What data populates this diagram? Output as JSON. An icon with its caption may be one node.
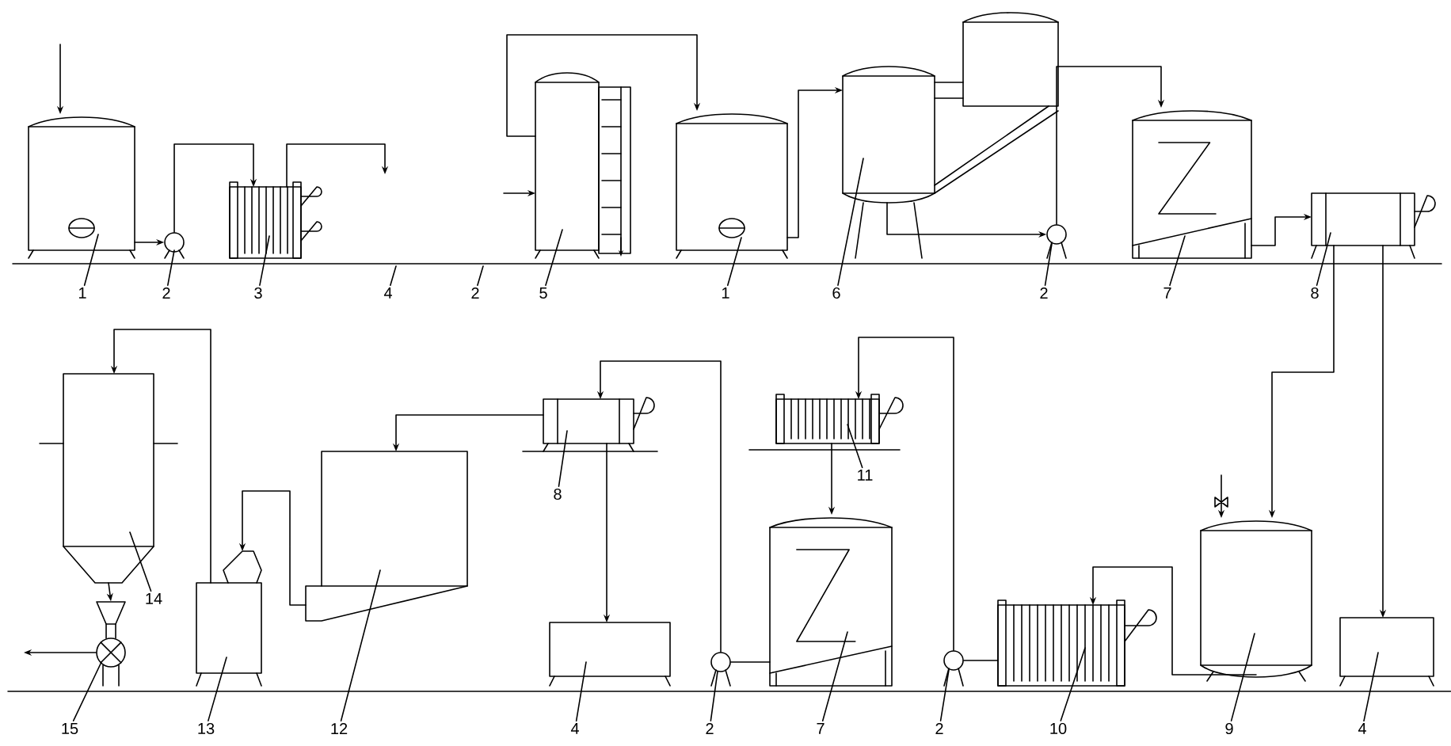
{
  "diagram": {
    "nodes": [
      {
        "text": [],
        "shape": "cylinder"
      },
      {
        "text": [
          "1"
        ]
      },
      {
        "text": [],
        "shape": "circle"
      },
      {
        "text": [
          "2"
        ]
      },
      {
        "text": [],
        "shape": "box"
      },
      {
        "text": [
          "3"
        ]
      },
      {
        "text": [
          "4"
        ]
      },
      {
        "text": [
          "2"
        ]
      },
      {
        "text": [],
        "shape": "cylinder"
      },
      {
        "text": [
          "5"
        ]
      },
      {
        "text": [],
        "shape": "cylinder"
      },
      {
        "text": [
          "1"
        ]
      },
      {
        "text": [],
        "shape": "cylinder"
      },
      {
        "text": [
          "6"
        ]
      },
      {
        "text": [],
        "shape": "circle"
      },
      {
        "text": [
          "2"
        ]
      },
      {
        "text": [],
        "shape": "cylinder"
      },
      {
        "text": [
          "7"
        ]
      },
      {
        "text": [],
        "shape": "box"
      },
      {
        "text": [
          "8"
        ]
      },
      {
        "text": [],
        "shape": "box"
      },
      {
        "text": [
          "14"
        ]
      },
      {
        "text": [],
        "shape": "circle"
      },
      {
        "text": [
          "15"
        ]
      },
      {
        "text": [],
        "shape": "box"
      },
      {
        "text": [
          "13"
        ]
      },
      {
        "text": [],
        "shape": "box"
      },
      {
        "text": [
          "12"
        ]
      },
      {
        "text": [],
        "shape": "box"
      },
      {
        "text": [
          "8"
        ]
      },
      {
        "text": [],
        "shape": "box"
      },
      {
        "text": [
          "4"
        ]
      },
      {
        "text": [],
        "shape": "circle"
      },
      {
        "text": [
          "2"
        ]
      },
      {
        "text": [],
        "shape": "box"
      },
      {
        "text": [
          "11"
        ]
      },
      {
        "text": [],
        "shape": "cylinder"
      },
      {
        "text": [
          "7"
        ]
      },
      {
        "text": [],
        "shape": "circle"
      },
      {
        "text": [
          "2"
        ]
      },
      {
        "text": [],
        "shape": "box"
      },
      {
        "text": [
          "10"
        ]
      },
      {
        "text": [],
        "shape": "cylinder"
      },
      {
        "text": [
          "9"
        ]
      },
      {
        "text": [],
        "shape": "box"
      },
      {
        "text": [
          "4"
        ]
      }
    ],
    "edges": [
      {
        "from": 1,
        "to": 0,
        "arrow": "none"
      },
      {
        "from": 3,
        "to": 2,
        "arrow": "none"
      },
      {
        "from": 5,
        "to": 4,
        "arrow": "none"
      },
      {
        "from": 6,
        "to": null,
        "arrow": "none"
      },
      {
        "from": 7,
        "to": null,
        "arrow": "none"
      },
      {
        "from": 9,
        "to": 8,
        "arrow": "none"
      },
      {
        "from": 11,
        "to": 10,
        "arrow": "none"
      },
      {
        "from": 13,
        "to": 12,
        "arrow": "none"
      },
      {
        "from": 15,
        "to": 14,
        "arrow": "none"
      },
      {
        "from": 17,
        "to": 16,
        "arrow": "none"
      },
      {
        "from": 19,
        "to": 18,
        "arrow": "none"
      },
      {
        "from": 21,
        "to": 20,
        "arrow": "none"
      },
      {
        "from": 23,
        "to": 22,
        "arrow": "none"
      },
      {
        "from": 25,
        "to": 24,
        "arrow": "none"
      },
      {
        "from": 27,
        "to": 26,
        "arrow": "none"
      },
      {
        "from": 29,
        "to": 28,
        "arrow": "none"
      },
      {
        "from": 31,
        "to": 30,
        "arrow": "none"
      },
      {
        "from": 33,
        "to": 32,
        "arrow": "none"
      },
      {
        "from": 35,
        "to": 34,
        "arrow": "none"
      },
      {
        "from": 37,
        "to": 36,
        "arrow": "none"
      },
      {
        "from": 39,
        "to": 38,
        "arrow": "none"
      },
      {
        "from": 41,
        "to": 40,
        "arrow": "none"
      },
      {
        "from": 43,
        "to": 42,
        "arrow": "none"
      },
      {
        "from": 45,
        "to": 44,
        "arrow": "none"
      },
      {
        "from": null,
        "to": 0,
        "arrow": "to"
      },
      {
        "from": 0,
        "to": 2,
        "arrow": "to"
      },
      {
        "from": 2,
        "to": 4,
        "arrow": "to"
      },
      {
        "from": 4,
        "to": null,
        "arrow": "to"
      },
      {
        "from": null,
        "to": 8,
        "arrow": "to"
      },
      {
        "from": 8,
        "to": 10,
        "arrow": "to"
      },
      {
        "from": 10,
        "to": 12,
        "arrow": "to"
      },
      {
        "from": 12,
        "to": 14,
        "arrow": "to"
      },
      {
        "from": 14,
        "to": 16,
        "arrow": "to"
      },
      {
        "from": 16,
        "to": 18,
        "arrow": "to"
      },
      {
        "from": 18,
        "to": 42,
        "arrow": "to"
      },
      {
        "from": 18,
        "to": 44,
        "arrow": "to"
      },
      {
        "from": 32,
        "to": 28,
        "arrow": "to"
      },
      {
        "from": 28,
        "to": 26,
        "arrow": "to"
      },
      {
        "from": 28,
        "to": 30,
        "arrow": "to"
      },
      {
        "from": 26,
        "to": 24,
        "arrow": "to"
      },
      {
        "from": 24,
        "to": 20,
        "arrow": "to"
      },
      {
        "from": 20,
        "to": 22,
        "arrow": "to"
      },
      {
        "from": 22,
        "to": null,
        "arrow": "to"
      },
      {
        "from": 38,
        "to": 34,
        "arrow": "to"
      },
      {
        "from": 34,
        "to": 36,
        "arrow": "to"
      },
      {
        "from": 36,
        "to": 32,
        "arrow": "none"
      },
      {
        "from": 38,
        "to": 40,
        "arrow": "none"
      },
      {
        "from": 42,
        "to": 40,
        "arrow": "to"
      },
      {
        "from": null,
        "to": 42,
        "arrow": "to"
      }
    ]
  }
}
